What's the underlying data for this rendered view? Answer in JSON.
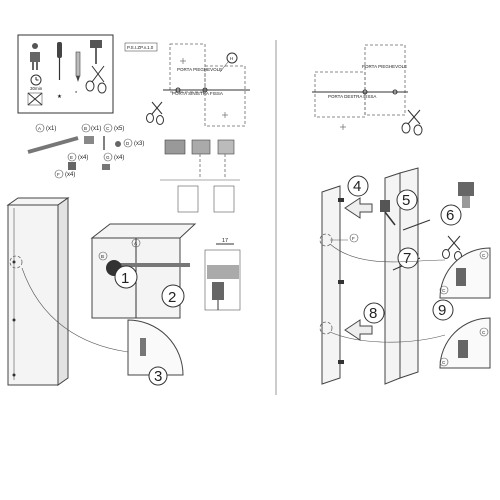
{
  "header": {
    "code": "P.S.I.ZP.v.1.0"
  },
  "parts": [
    {
      "letter": "A",
      "qty": "(x1)"
    },
    {
      "letter": "B",
      "qty": "(x1)"
    },
    {
      "letter": "C",
      "qty": "(x5)"
    },
    {
      "letter": "D",
      "qty": "(x3)"
    },
    {
      "letter": "E",
      "qty": "(x4)"
    },
    {
      "letter": "F",
      "qty": "(x4)"
    },
    {
      "letter": "G",
      "qty": "(x4)"
    }
  ],
  "door_left": {
    "top_label": "PORTA PIEGHEVOLE",
    "bottom_label": "PORTA SINISTRA FISSA",
    "tag": "H"
  },
  "door_right": {
    "top_label": "PORTA PIEGHEVOLE",
    "bottom_label": "PORTA DESTRA FISSA"
  },
  "dimension": "17",
  "steps": [
    "1",
    "2",
    "3",
    "4",
    "5",
    "6",
    "7",
    "8",
    "9"
  ],
  "callouts": [
    "A",
    "B",
    "F",
    "C",
    "C",
    "C",
    "C"
  ],
  "tools_note": "30min"
}
